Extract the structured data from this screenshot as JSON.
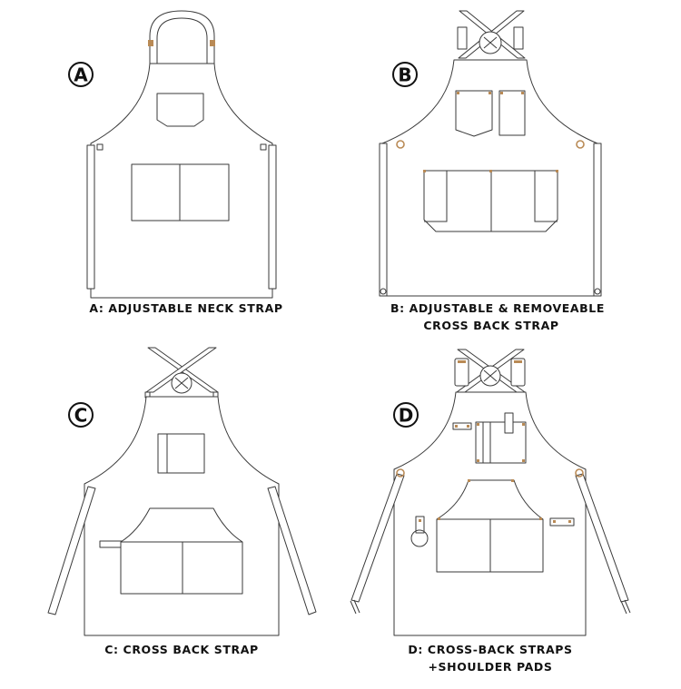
{
  "colors": {
    "outline": "#3a3a3a",
    "hardware": "#b98a55",
    "background": "#ffffff"
  },
  "variants": [
    {
      "badge": "A",
      "caption_lines": [
        "A: ADJUSTABLE NECK STRAP"
      ]
    },
    {
      "badge": "B",
      "caption_lines": [
        "B: ADJUSTABLE & REMOVEABLE",
        "CROSS BACK STRAP"
      ]
    },
    {
      "badge": "C",
      "caption_lines": [
        "C: CROSS BACK STRAP"
      ]
    },
    {
      "badge": "D",
      "caption_lines": [
        "D: CROSS-BACK STRAPS",
        "+SHOULDER PADS"
      ]
    }
  ]
}
